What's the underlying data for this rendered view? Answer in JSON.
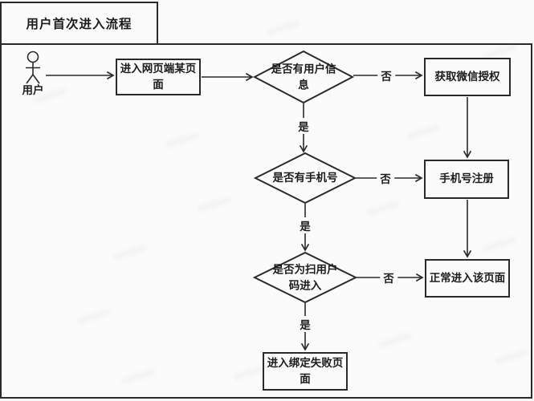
{
  "title": "用户首次进入流程",
  "actor": {
    "label": "用户"
  },
  "nodes": {
    "enter_page": {
      "label": "进入网页端某页面",
      "type": "process"
    },
    "has_user_info": {
      "label": "是否有用户信息",
      "type": "decision"
    },
    "get_wechat_auth": {
      "label": "获取微信授权",
      "type": "process"
    },
    "has_phone": {
      "label": "是否有手机号",
      "type": "decision"
    },
    "phone_register": {
      "label": "手机号注册",
      "type": "process"
    },
    "is_scan_user_code": {
      "label": "是否为扫用户码进入",
      "type": "decision"
    },
    "enter_page_normally": {
      "label": "正常进入该页面",
      "type": "process"
    },
    "bind_fail_page": {
      "label": "进入绑定失败页面",
      "type": "process"
    }
  },
  "edges": [
    {
      "from": "用户",
      "to": "进入网页端某页面",
      "label": ""
    },
    {
      "from": "进入网页端某页面",
      "to": "是否有用户信息",
      "label": ""
    },
    {
      "from": "是否有用户信息",
      "to": "获取微信授权",
      "label": "否"
    },
    {
      "from": "是否有用户信息",
      "to": "是否有手机号",
      "label": "是"
    },
    {
      "from": "获取微信授权",
      "to": "手机号注册",
      "label": ""
    },
    {
      "from": "是否有手机号",
      "to": "手机号注册",
      "label": "否"
    },
    {
      "from": "是否有手机号",
      "to": "是否为扫用户码进入",
      "label": "是"
    },
    {
      "from": "手机号注册",
      "to": "正常进入该页面",
      "label": ""
    },
    {
      "from": "是否为扫用户码进入",
      "to": "正常进入该页面",
      "label": "否"
    },
    {
      "from": "是否为扫用户码进入",
      "to": "进入绑定失败页面",
      "label": "是"
    }
  ],
  "colors": {
    "line": "#2a2a2a",
    "background": "#fbfbfb"
  }
}
